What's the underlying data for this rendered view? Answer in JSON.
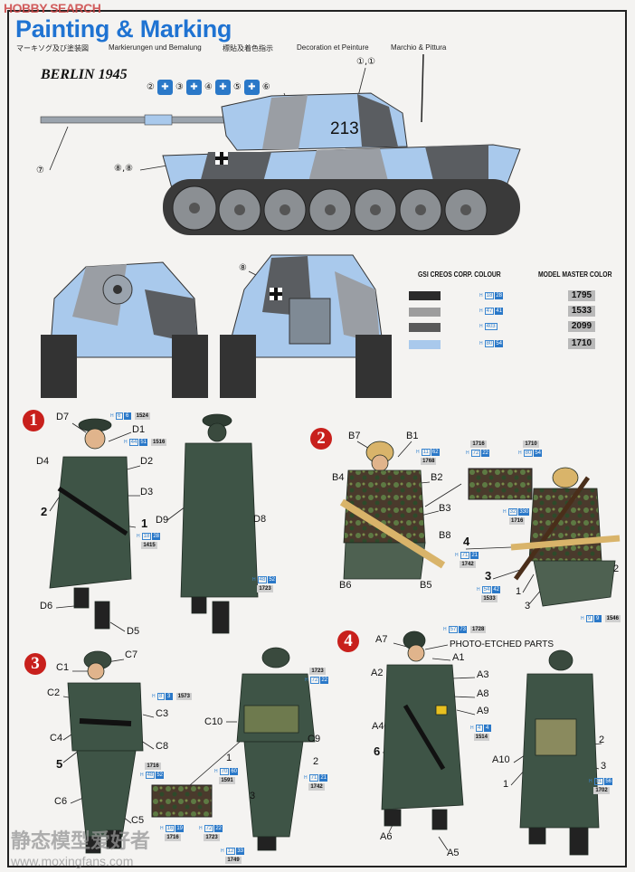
{
  "watermark_top": "HOBBY SEARCH",
  "header": {
    "title": "Painting & Marking",
    "subtitles": [
      "マーキソグ及び塗装図",
      "Markierungen und Bemalung",
      "標貼及着色指示",
      "Decoration et Peinture",
      "Marchio & Pittura"
    ]
  },
  "tank": {
    "scheme_title": "BERLIN 1945",
    "markings": [
      "②",
      "③",
      "④",
      "⑤",
      "⑥"
    ],
    "decal_top": "①,①",
    "decal_side": "⑧,⑧",
    "decal_barrel": "⑦",
    "decal_rear": "⑧",
    "turret_number": "213",
    "colours": {
      "header_gsi": "GSI CREOS CORP. COLOUR",
      "header_mm": "MODEL MASTER COLOR",
      "rows": [
        {
          "swatch": "#2b2b2b",
          "h1": "18",
          "h2": "28",
          "mm": "1795"
        },
        {
          "swatch": "#9d9d9d",
          "h1": "47",
          "h2": "41",
          "mm": "1533"
        },
        {
          "swatch": "#5a5a5a",
          "h1": "403",
          "h2": "",
          "mm": "2099"
        },
        {
          "swatch": "#a9c9ec",
          "h1": "80",
          "h2": "54",
          "mm": "1710"
        }
      ]
    }
  },
  "fig1": {
    "badge": "1",
    "labels": [
      "D7",
      "D1",
      "D4",
      "D2",
      "D3",
      "2",
      "1",
      "D9",
      "D8",
      "D6",
      "D5"
    ],
    "paints": [
      {
        "h1": "6",
        "h2": "6",
        "mm": "1524"
      },
      {
        "h1": "44",
        "h2": "51",
        "mm": "1516"
      },
      {
        "h1": "18",
        "h2": "28",
        "mm": "1415"
      },
      {
        "h1": "48",
        "h2": "52",
        "mm": "1723"
      }
    ]
  },
  "fig2": {
    "badge": "2",
    "labels": [
      "B7",
      "B1",
      "B4",
      "B2",
      "B3",
      "B8",
      "B6",
      "B5",
      "4",
      "3",
      "1",
      "2",
      "3"
    ],
    "paints": [
      {
        "h1": "11",
        "h2": "62",
        "mm": "1768"
      },
      {
        "h1": "72",
        "h2": "22",
        "mm": "1716"
      },
      {
        "h1": "80",
        "h2": "54",
        "mm": "1710"
      },
      {
        "h1": "32",
        "h2": "330",
        "mm": "1716"
      },
      {
        "h1": "71",
        "h2": "21",
        "mm": "1742"
      },
      {
        "h1": "54",
        "h2": "42",
        "mm": "1533"
      },
      {
        "h1": "9",
        "h2": "9",
        "mm": "1546"
      }
    ]
  },
  "fig3": {
    "badge": "3",
    "labels": [
      "C1",
      "C7",
      "C2",
      "C3",
      "C4",
      "C8",
      "5",
      "C6",
      "C5",
      "C10",
      "C9",
      "1",
      "3",
      "2"
    ],
    "paints": [
      {
        "h1": "8",
        "h2": "3",
        "mm": "1573"
      },
      {
        "h1": "72",
        "h2": "22",
        "mm": "1723"
      },
      {
        "h1": "48",
        "h2": "52",
        "mm": "1716"
      },
      {
        "h1": "16",
        "h2": "19",
        "mm": "1716"
      },
      {
        "h1": "72",
        "h2": "22",
        "mm": "1723"
      },
      {
        "h1": "70",
        "h2": "60",
        "mm": "1591"
      },
      {
        "h1": "71",
        "h2": "21",
        "mm": "1742"
      },
      {
        "h1": "12",
        "h2": "33",
        "mm": "1749"
      }
    ]
  },
  "fig4": {
    "badge": "4",
    "photo_etched": "PHOTO-ETCHED PARTS",
    "labels": [
      "A7",
      "A1",
      "A2",
      "A3",
      "A8",
      "A9",
      "A4",
      "6",
      "A10",
      "1",
      "2",
      "3",
      "A6",
      "A5"
    ],
    "paints": [
      {
        "h1": "57",
        "h2": "73",
        "mm": "1728"
      },
      {
        "h1": "4",
        "h2": "4",
        "mm": "1514"
      },
      {
        "h1": "81",
        "h2": "56",
        "mm": "1702"
      }
    ]
  },
  "site_watermark": {
    "cn": "静态模型爱好者",
    "url": "www.moxingfans.com"
  },
  "colors": {
    "title_blue": "#1f73d2",
    "badge_red": "#c8201c",
    "coat_green": "#3e5446",
    "camo_blue": "#a9c9ec"
  }
}
